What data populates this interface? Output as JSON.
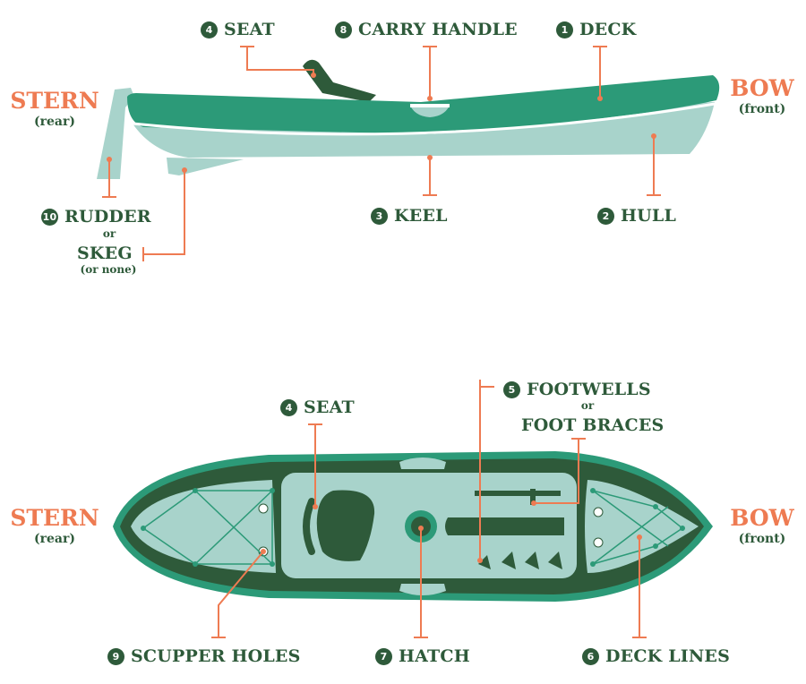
{
  "colors": {
    "deck": "#2c9a78",
    "hull": "#a8d3cb",
    "dark": "#2e5a3a",
    "leader": "#ee7b52",
    "outline": "#2c9a78"
  },
  "side_view": {
    "stern": "STERN",
    "stern_sub": "(rear)",
    "bow": "BOW",
    "bow_sub": "(front)",
    "labels": [
      {
        "num": "4",
        "text": "SEAT"
      },
      {
        "num": "8",
        "text": "CARRY HANDLE"
      },
      {
        "num": "1",
        "text": "DECK"
      },
      {
        "num": "3",
        "text": "KEEL"
      },
      {
        "num": "2",
        "text": "HULL"
      },
      {
        "num": "10",
        "text": "RUDDER"
      }
    ],
    "or": "or",
    "skeg": "SKEG",
    "skeg_sub": "(or none)"
  },
  "top_view": {
    "stern": "STERN",
    "stern_sub": "(rear)",
    "bow": "BOW",
    "bow_sub": "(front)",
    "labels": [
      {
        "num": "4",
        "text": "SEAT"
      },
      {
        "num": "5",
        "text": "FOOTWELLS"
      },
      {
        "num": "9",
        "text": "SCUPPER HOLES"
      },
      {
        "num": "7",
        "text": "HATCH"
      },
      {
        "num": "6",
        "text": "DECK LINES"
      }
    ],
    "or": "or",
    "foot_braces": "FOOT BRACES"
  }
}
